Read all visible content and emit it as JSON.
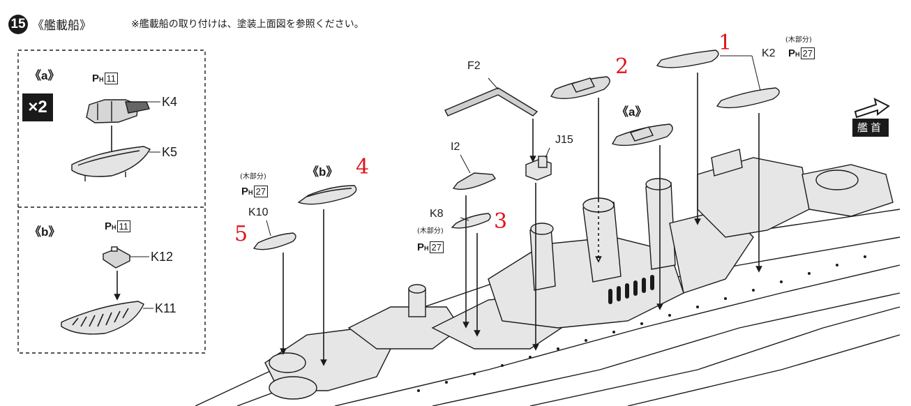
{
  "step": {
    "number": "15",
    "title": "《艦載船》",
    "note": "※艦載船の取り付けは、塗装上面図を参照ください。"
  },
  "inset_a": {
    "label": "《a》",
    "multiplier": "×2",
    "paint_code": {
      "prefix": "P",
      "sub": "H",
      "number": "11"
    },
    "parts": [
      "K4",
      "K5"
    ]
  },
  "inset_b": {
    "label": "《b》",
    "paint_code": {
      "prefix": "P",
      "sub": "H",
      "number": "11"
    },
    "parts": [
      "K12",
      "K11"
    ]
  },
  "main": {
    "parts": {
      "f2": "F2",
      "i2": "I2",
      "j15": "J15",
      "k8": "K8",
      "k10": "K10",
      "k2": "K2"
    },
    "wood_note": "(木部分)",
    "wood_paint": {
      "prefix": "P",
      "sub": "H",
      "number": "27"
    },
    "sub_a": "《a》",
    "sub_b": "《b》",
    "bow": "艦首",
    "handwritten": [
      "1",
      "2",
      "3",
      "4",
      "5"
    ]
  },
  "colors": {
    "ink": "#1a1a1a",
    "handwriting": "#e0141b"
  }
}
